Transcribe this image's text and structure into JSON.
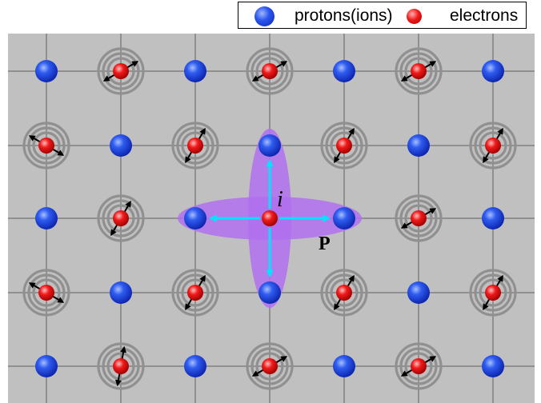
{
  "legend": {
    "proton_label": "protons(ions)",
    "electron_label": "electrons"
  },
  "labels": {
    "current_symbol": "i",
    "momentum_symbol": "P"
  },
  "colors": {
    "background": "#c0c0c0",
    "grid": "#808080",
    "proton": "#1f4fe8",
    "electron": "#e81010",
    "ring": "#909090",
    "lobe": "#b070ee",
    "arrow_cyan": "#00e5ff"
  },
  "lattice": {
    "columns": 7,
    "rows": 5,
    "sites": [
      [
        "proton",
        "electron",
        "proton",
        "electron",
        "proton",
        "electron",
        "proton"
      ],
      [
        "electron",
        "proton",
        "electron",
        "proton",
        "electron",
        "proton",
        "electron"
      ],
      [
        "proton",
        "electron",
        "proton",
        "electron-center",
        "proton",
        "electron",
        "proton"
      ],
      [
        "electron",
        "proton",
        "electron",
        "proton",
        "electron",
        "proton",
        "electron"
      ],
      [
        "proton",
        "electron",
        "proton",
        "electron",
        "proton",
        "electron",
        "proton"
      ]
    ]
  }
}
